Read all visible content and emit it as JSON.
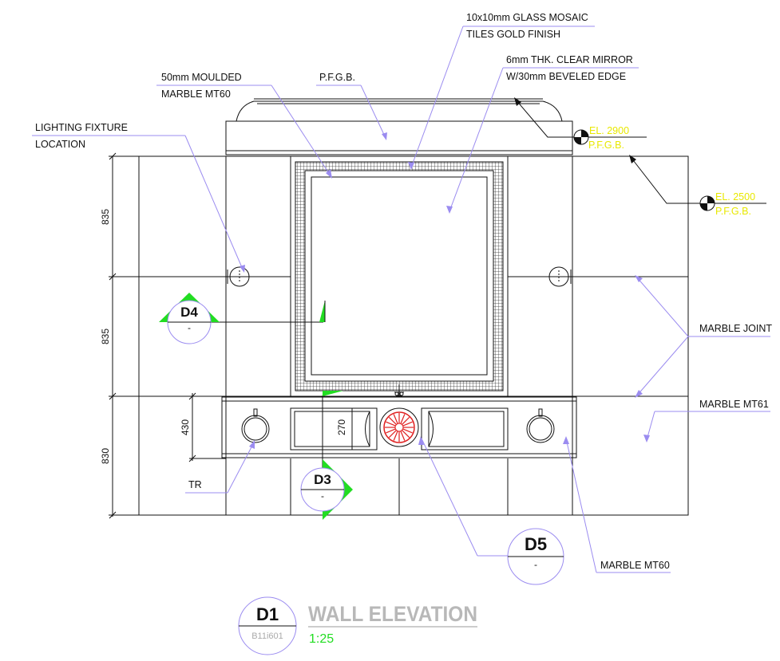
{
  "title": {
    "name": "WALL ELEVATION",
    "scale": "1:25",
    "tag": "D1",
    "sheet": "B11i601"
  },
  "annotations": {
    "glass_mosaic_l1": "10x10mm GLASS MOSAIC",
    "glass_mosaic_l2": "TILES GOLD FINISH",
    "mirror_l1": "6mm THK. CLEAR MIRROR",
    "mirror_l2": "W/30mm BEVELED EDGE",
    "moulded_l1": "50mm MOULDED",
    "moulded_l2": "MARBLE MT60",
    "pfgb": "P.F.G.B.",
    "lighting_l1": "LIGHTING FIXTURE",
    "lighting_l2": "LOCATION",
    "marble_joint": "MARBLE JOINT",
    "marble_mt61": "MARBLE MT61",
    "marble_mt60": "MARBLE MT60",
    "tr": "TR"
  },
  "elevations": [
    {
      "label": "EL. 2900",
      "sub": "P.F.G.B."
    },
    {
      "label": "EL. 2500",
      "sub": "P.F.G.B."
    }
  ],
  "dimensions": {
    "d1": "835",
    "d2": "835",
    "d3": "830",
    "d430": "430",
    "d270": "270"
  },
  "section_tags": {
    "d4": "D4",
    "d3": "D3",
    "d5": "D5",
    "dash": "-"
  },
  "colors": {
    "leader": "#9b8cf0",
    "section_fill": "#22dd22",
    "elevation_text": "#e8e800",
    "rosette": "#e02020",
    "title_gray": "#b8b8b8",
    "scale_green": "#22dd22"
  }
}
